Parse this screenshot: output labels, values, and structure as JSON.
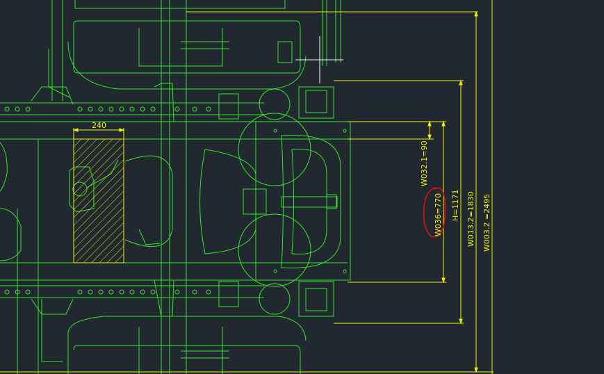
{
  "drawing": {
    "background": "#212830",
    "colors": {
      "geometry": "#35e62c",
      "dimensions": "#f0f000",
      "annotation": "#e01010",
      "crosshair": "#ffffff"
    },
    "dimensions": {
      "d240": "240",
      "w032": "W032.1=90",
      "w036": "W036=770",
      "h": "H=1171",
      "w013": "W013.2=1830",
      "w003": "W003.2 =2495"
    }
  }
}
